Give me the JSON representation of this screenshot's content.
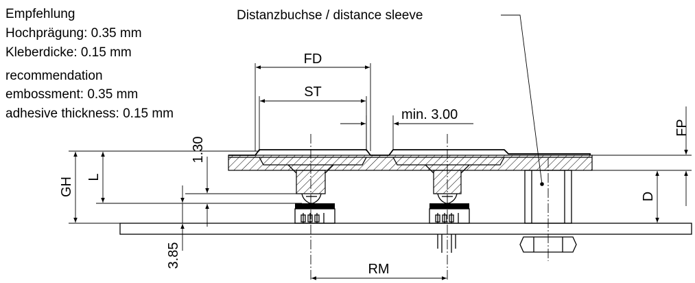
{
  "notes": {
    "de_title": "Empfehlung",
    "de_line1": "Hochprägung: 0.35 mm",
    "de_line2": "Kleberdicke: 0.15 mm",
    "en_title": "recommendation",
    "en_line1": "embossment: 0.35 mm",
    "en_line2": "adhesive thickness: 0.15 mm"
  },
  "callout": {
    "sleeve": "Distanzbuchse / distance sleeve"
  },
  "dimensions": {
    "fd": "FD",
    "st": "ST",
    "min_gap": "min. 3.00",
    "fp": "FP",
    "h130": "1.30",
    "gh": "GH",
    "l": "L",
    "d": "D",
    "h385": "3.85",
    "rm": "RM"
  }
}
